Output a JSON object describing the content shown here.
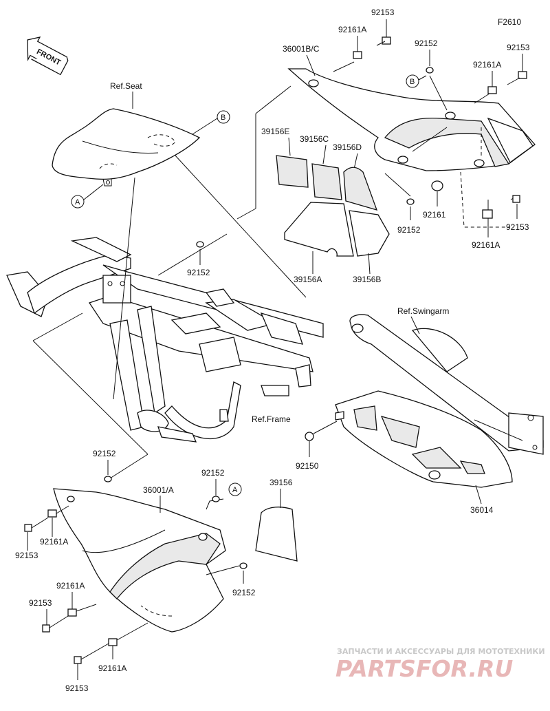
{
  "figure_code": "F2610",
  "front_label": "FRONT",
  "refs": {
    "seat": "Ref.Seat",
    "swingarm": "Ref.Swingarm",
    "frame": "Ref.Frame"
  },
  "callouts": {
    "a": "A",
    "b": "B"
  },
  "parts": {
    "p36001bc": "36001B/C",
    "p92161a_1": "92161A",
    "p92153_1": "92153",
    "p92152_1": "92152",
    "p92161a_2": "92161A",
    "p92153_2": "92153",
    "p39156e": "39156E",
    "p39156c": "39156C",
    "p39156d": "39156D",
    "p92152_2": "92152",
    "p92161": "92161",
    "p92161a_3": "92161A",
    "p92153_3": "92153",
    "p39156a": "39156A",
    "p39156b": "39156B",
    "p92152_3": "92152",
    "p92150": "92150",
    "p36014": "36014",
    "p92152_4": "92152",
    "p36001a": "36001/A",
    "p92152_5": "92152",
    "p39156": "39156",
    "p92161a_4": "92161A",
    "p92153_4": "92153",
    "p92152_6": "92152",
    "p92161a_5": "92161A",
    "p92153_5": "92153",
    "p92161a_6": "92161A",
    "p92153_6": "92153"
  },
  "watermark": {
    "caption": "ЗАПЧАСТИ И АКСЕССУАРЫ ДЛЯ МОТОТЕХНИКИ",
    "brand": "PARTSFOR.RU"
  }
}
